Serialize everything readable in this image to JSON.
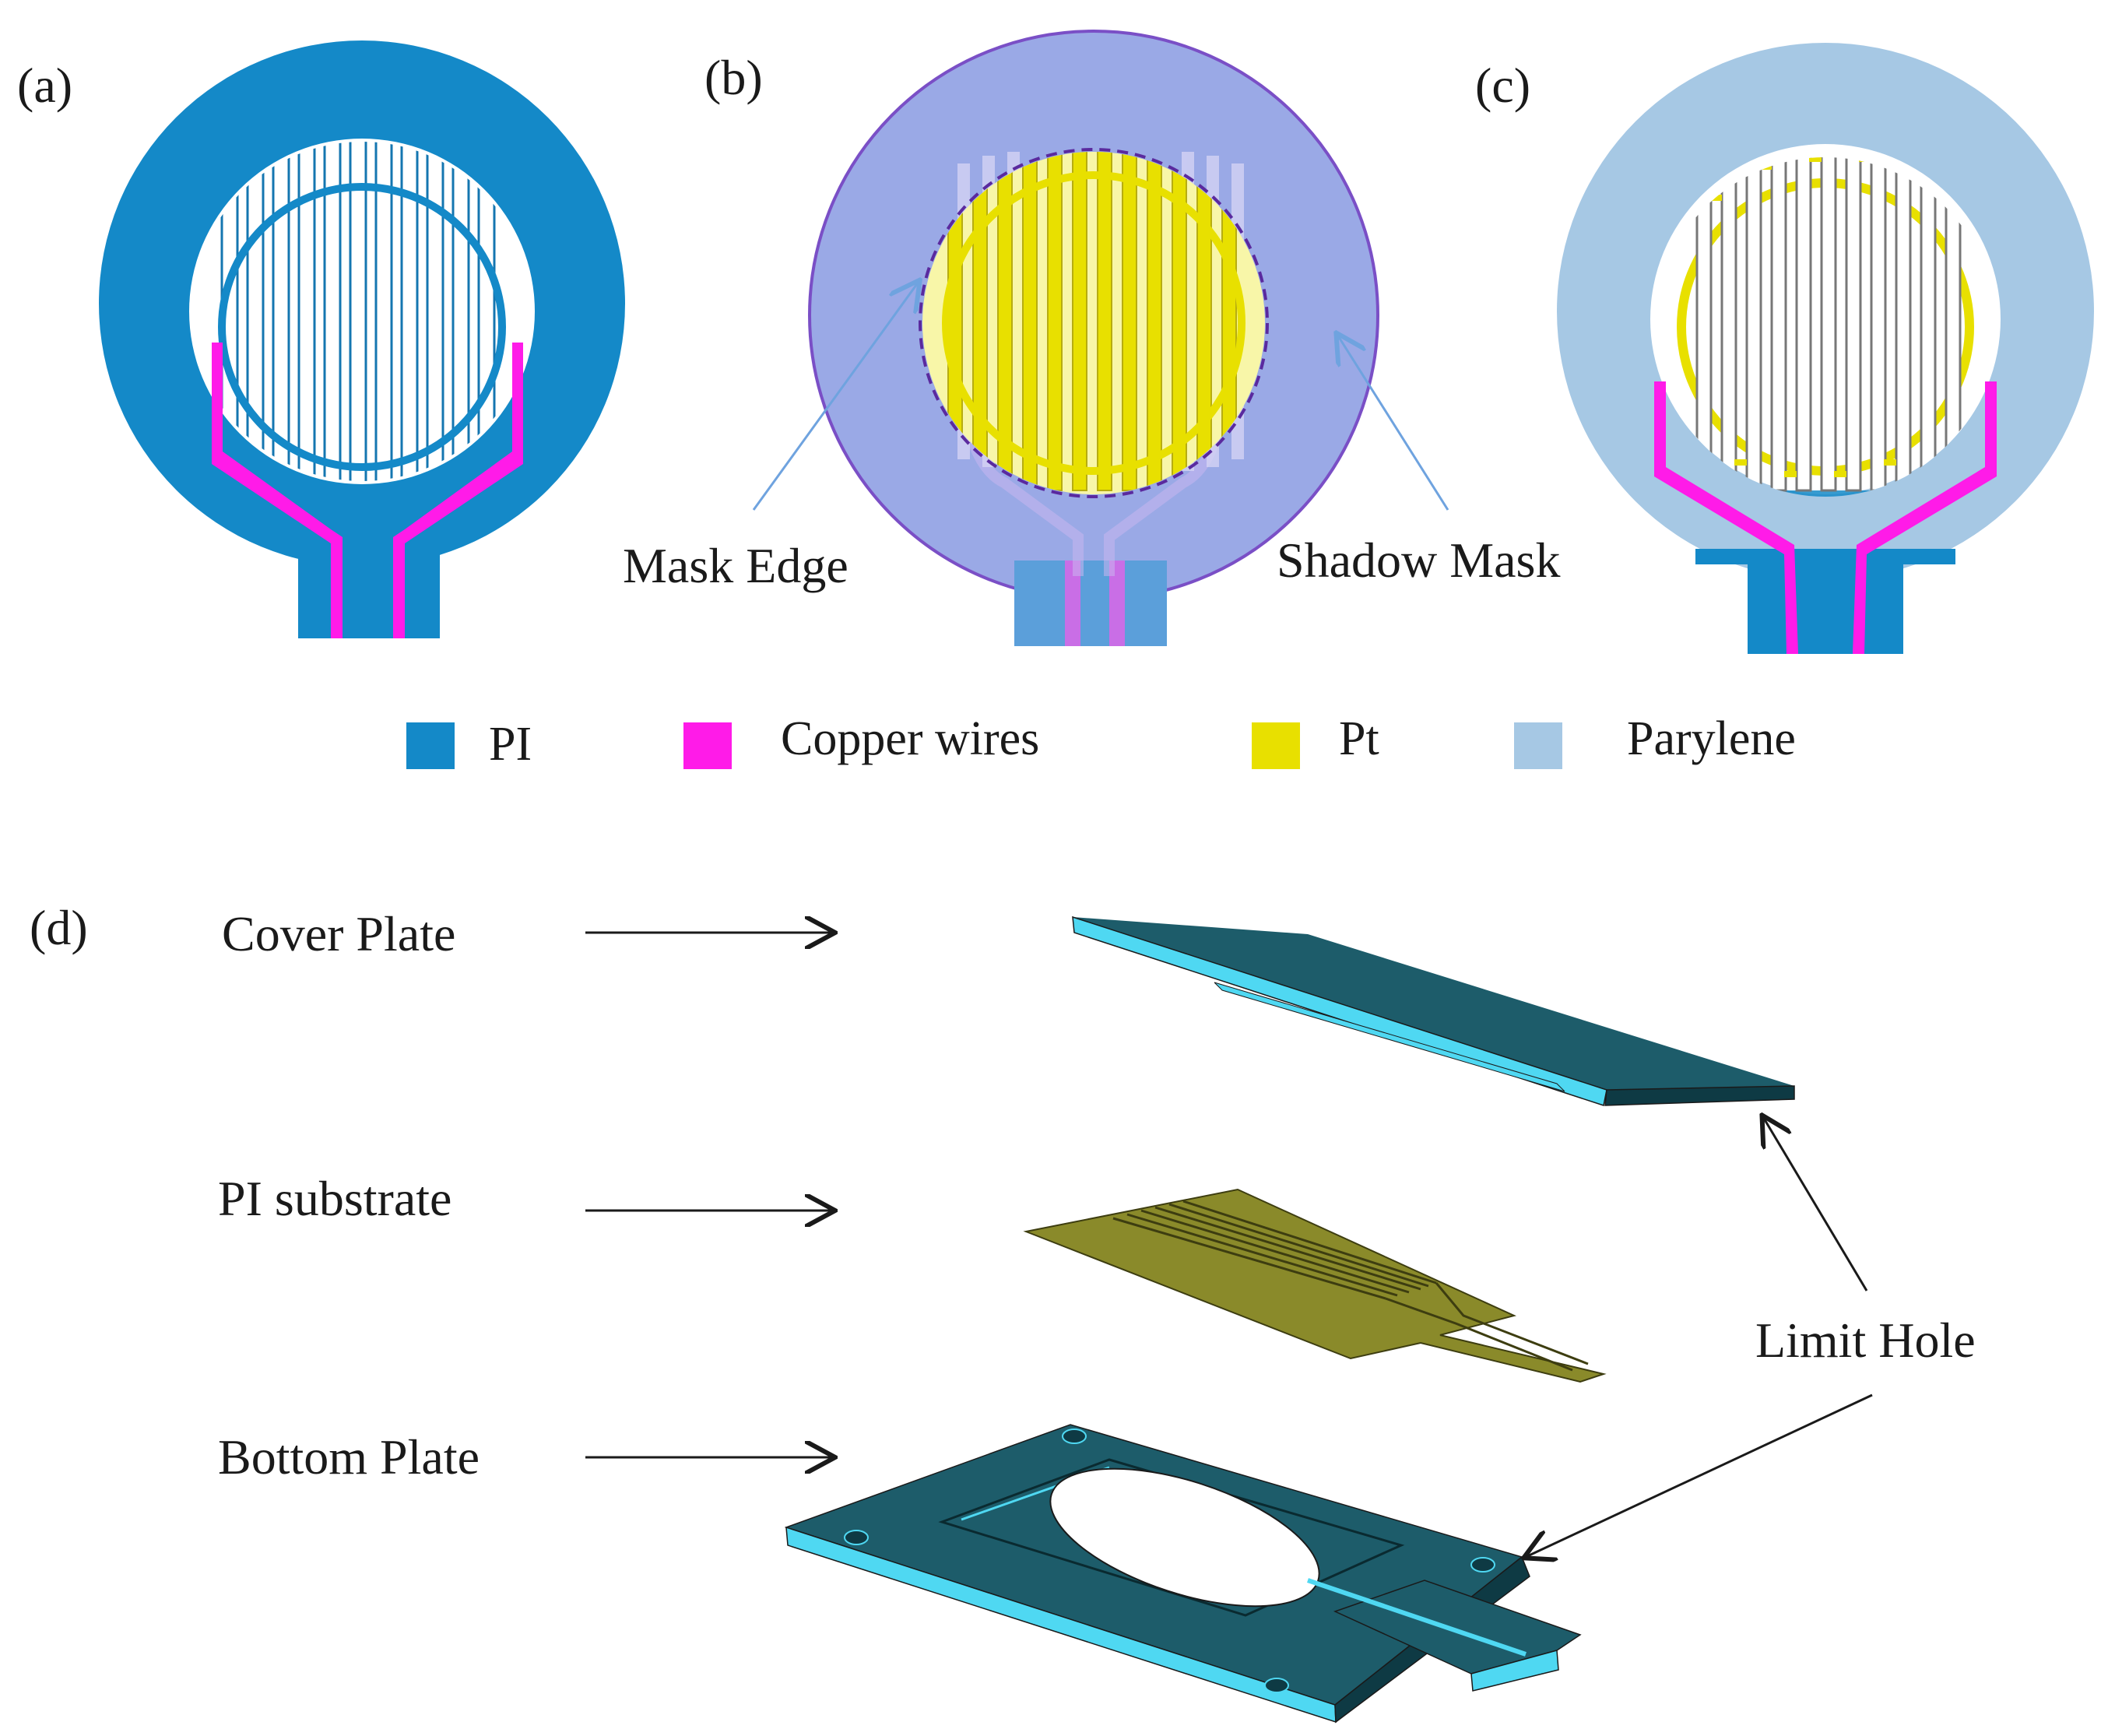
{
  "panels": {
    "a": {
      "label": "(a)"
    },
    "b": {
      "label": "(b)",
      "annotations": {
        "mask_edge": "Mask Edge",
        "shadow_mask": "Shadow Mask"
      }
    },
    "c": {
      "label": "(c)"
    },
    "d": {
      "label": "(d)",
      "parts": {
        "cover": "Cover Plate",
        "substrate": "PI substrate",
        "bottom": "Bottom Plate"
      },
      "limit_hole": "Limit Hole"
    }
  },
  "legend": [
    {
      "label": "PI",
      "color": "#1489c8"
    },
    {
      "label": "Copper wires",
      "color": "#ff1be8"
    },
    {
      "label": "Pt",
      "color": "#e8e000"
    },
    {
      "label": "Parylene",
      "color": "#a6c8e4"
    }
  ],
  "colors": {
    "pi": "#1489c8",
    "copper": "#ff1be8",
    "pt": "#e8e000",
    "parylene": "#a6c8e4",
    "shadow_mask": "#9aa9e6",
    "mask_rim": "#8f5fcf",
    "cover_top": "#1d5c6a",
    "cover_side": "#4fd8f2",
    "substrate": "#8a8a2a",
    "arrow": "#6fa3df"
  }
}
